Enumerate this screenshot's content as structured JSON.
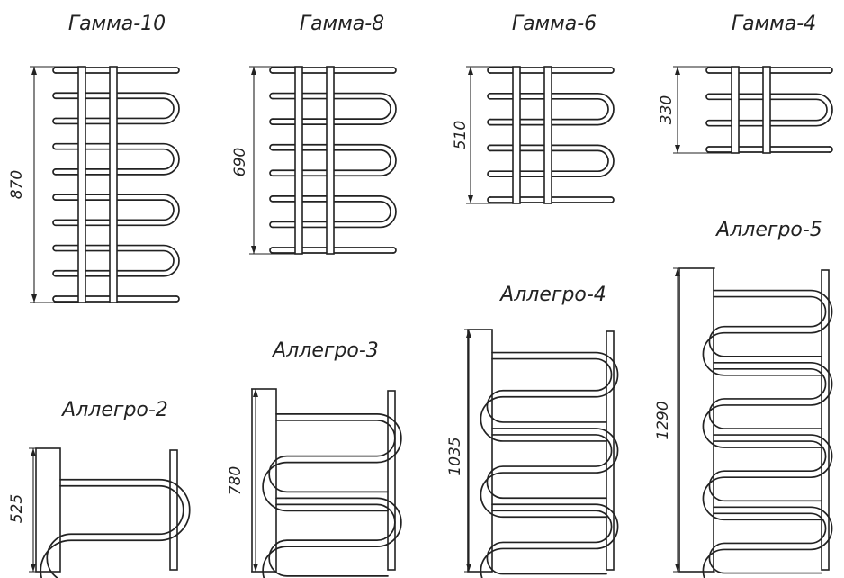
{
  "drawings": [
    {
      "id": "gamma-10",
      "title": "Гамма-10",
      "dimension": "870"
    },
    {
      "id": "gamma-8",
      "title": "Гамма-8",
      "dimension": "690"
    },
    {
      "id": "gamma-6",
      "title": "Гамма-6",
      "dimension": "510"
    },
    {
      "id": "gamma-4",
      "title": "Гамма-4",
      "dimension": "330"
    },
    {
      "id": "allegro-2",
      "title": "Аллегро-2",
      "dimension": "525"
    },
    {
      "id": "allegro-3",
      "title": "Аллегро-3",
      "dimension": "780"
    },
    {
      "id": "allegro-4",
      "title": "Аллегро-4",
      "dimension": "1035"
    },
    {
      "id": "allegro-5",
      "title": "Аллегро-5",
      "dimension": "1290"
    }
  ]
}
